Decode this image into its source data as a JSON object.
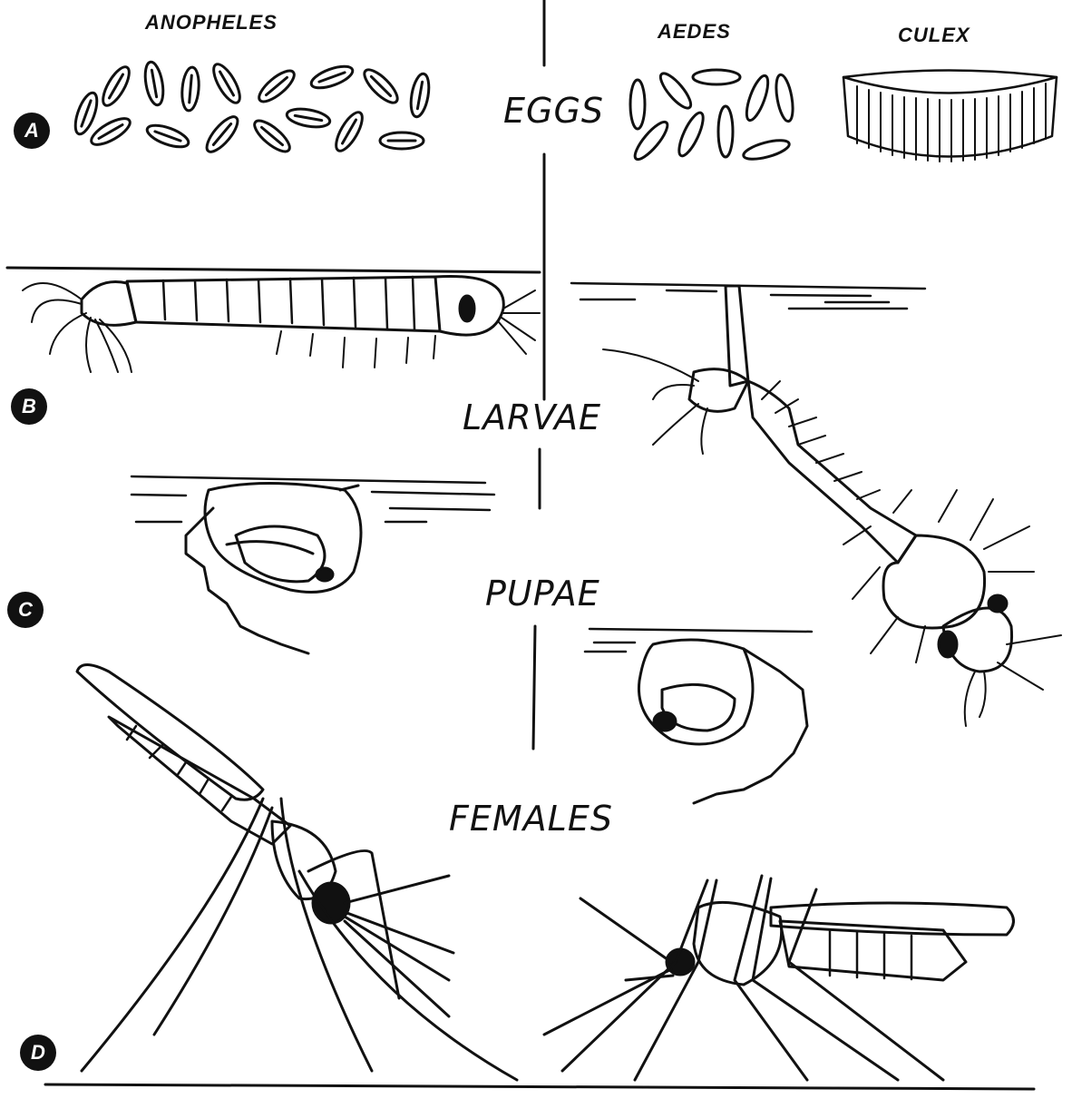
{
  "genera": {
    "anopheles": "ANOPHELES",
    "aedes": "AEDES",
    "culex": "CULEX"
  },
  "stages": {
    "eggs": "EGGS",
    "larvae": "LARVAE",
    "pupae": "PUPAE",
    "females": "FEMALES"
  },
  "markers": {
    "a": "A",
    "b": "B",
    "c": "C",
    "d": "D"
  }
}
